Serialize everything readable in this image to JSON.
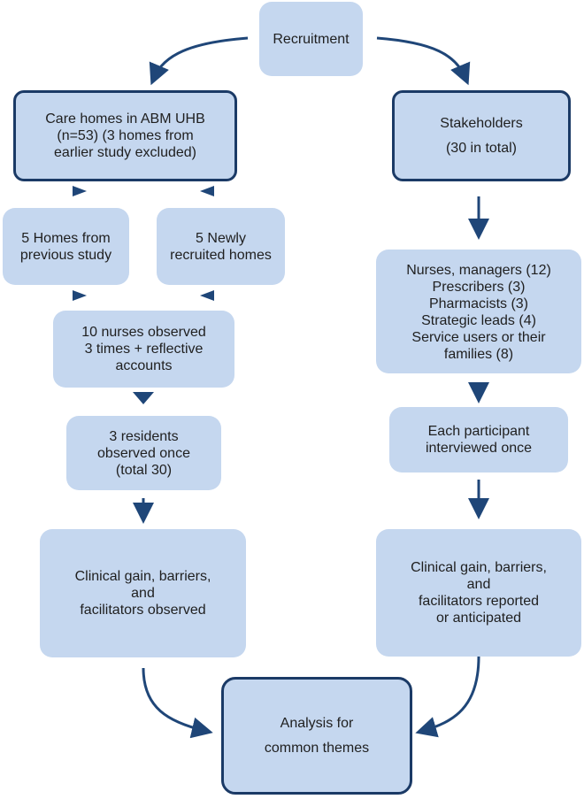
{
  "recruitment": {
    "label": "Recruitment"
  },
  "care_homes": {
    "lines": [
      "Care homes in ABM UHB",
      "(n=53) (3 homes from",
      "earlier study excluded)"
    ]
  },
  "stakeholders": {
    "lines": [
      "Stakeholders",
      "(30 in total)"
    ]
  },
  "previous_homes": {
    "lines": [
      "5 Homes from",
      "previous study"
    ]
  },
  "new_homes": {
    "lines": [
      "5 Newly",
      "recruited homes"
    ]
  },
  "nurses_observed": {
    "lines": [
      "10 nurses observed",
      "3 times + reflective",
      "accounts"
    ]
  },
  "residents_observed": {
    "lines": [
      "3 residents",
      "observed once",
      "(total 30)"
    ]
  },
  "participants": {
    "lines": [
      "Nurses, managers (12)",
      "Prescribers (3)",
      "Pharmacists (3)",
      "Strategic leads (4)",
      "Service users or their",
      "families (8)"
    ]
  },
  "interviewed": {
    "lines": [
      "Each participant",
      "interviewed once"
    ]
  },
  "observed_outcomes": {
    "lines": [
      "Clinical gain, barriers,",
      "and",
      "facilitators observed"
    ]
  },
  "reported_outcomes": {
    "lines": [
      "Clinical gain, barriers,",
      "and",
      "facilitators reported",
      "or anticipated"
    ]
  },
  "analysis": {
    "lines": [
      "Analysis for",
      "common themes"
    ]
  },
  "colors": {
    "box_fill": "#c5d7ef",
    "border": "#1b3a66",
    "arrow": "#1f4678"
  }
}
